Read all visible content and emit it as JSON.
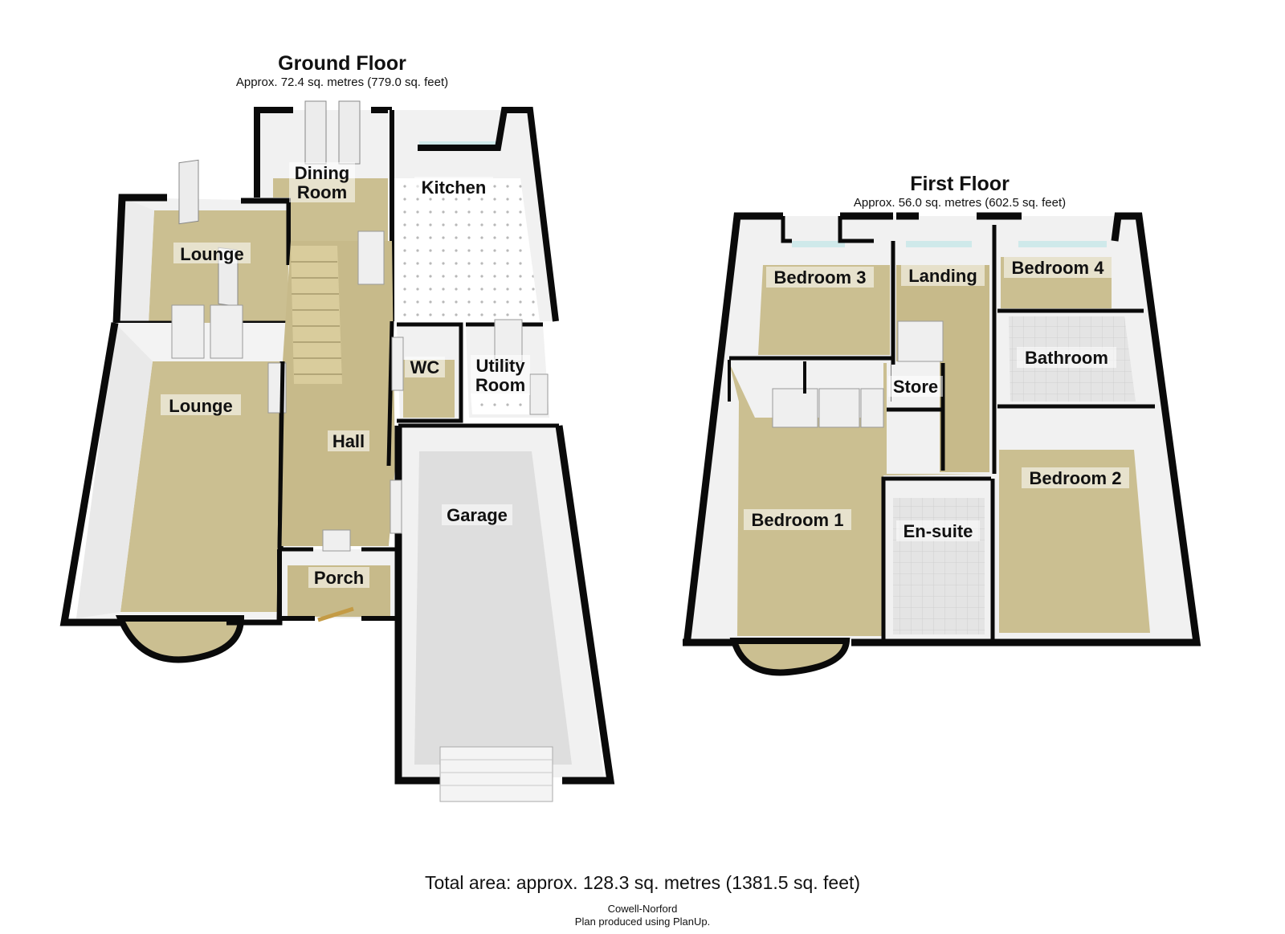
{
  "ground_floor": {
    "title": "Ground Floor",
    "area": "Approx. 72.4 sq. metres (779.0 sq. feet)",
    "rooms": {
      "lounge_rear": "Lounge",
      "lounge_front": "Lounge",
      "dining_room_1": "Dining",
      "dining_room_2": "Room",
      "kitchen": "Kitchen",
      "wc": "WC",
      "utility_1": "Utility",
      "utility_2": "Room",
      "hall": "Hall",
      "garage": "Garage",
      "porch": "Porch"
    }
  },
  "first_floor": {
    "title": "First Floor",
    "area": "Approx. 56.0 sq. metres (602.5 sq. feet)",
    "rooms": {
      "bedroom_3": "Bedroom 3",
      "landing": "Landing",
      "bedroom_4": "Bedroom 4",
      "bathroom": "Bathroom",
      "store": "Store",
      "bedroom_1": "Bedroom 1",
      "en_suite": "En-suite",
      "bedroom_2": "Bedroom 2"
    }
  },
  "total_area": "Total area: approx. 128.3 sq. metres (1381.5 sq. feet)",
  "credit": {
    "line1": "Cowell-Norford",
    "line2": "Plan produced using PlanUp."
  },
  "colors": {
    "wall": "#0a0a0a",
    "carpet": "#cbbf91",
    "hall_floor": "#c7ba8a",
    "kitchen_tile": "#ffffff",
    "garage_floor": "#dedede",
    "bath_tile": "#e2e2e2",
    "wall_shade": "#f1f1f1",
    "window": "#cfe9ea"
  }
}
